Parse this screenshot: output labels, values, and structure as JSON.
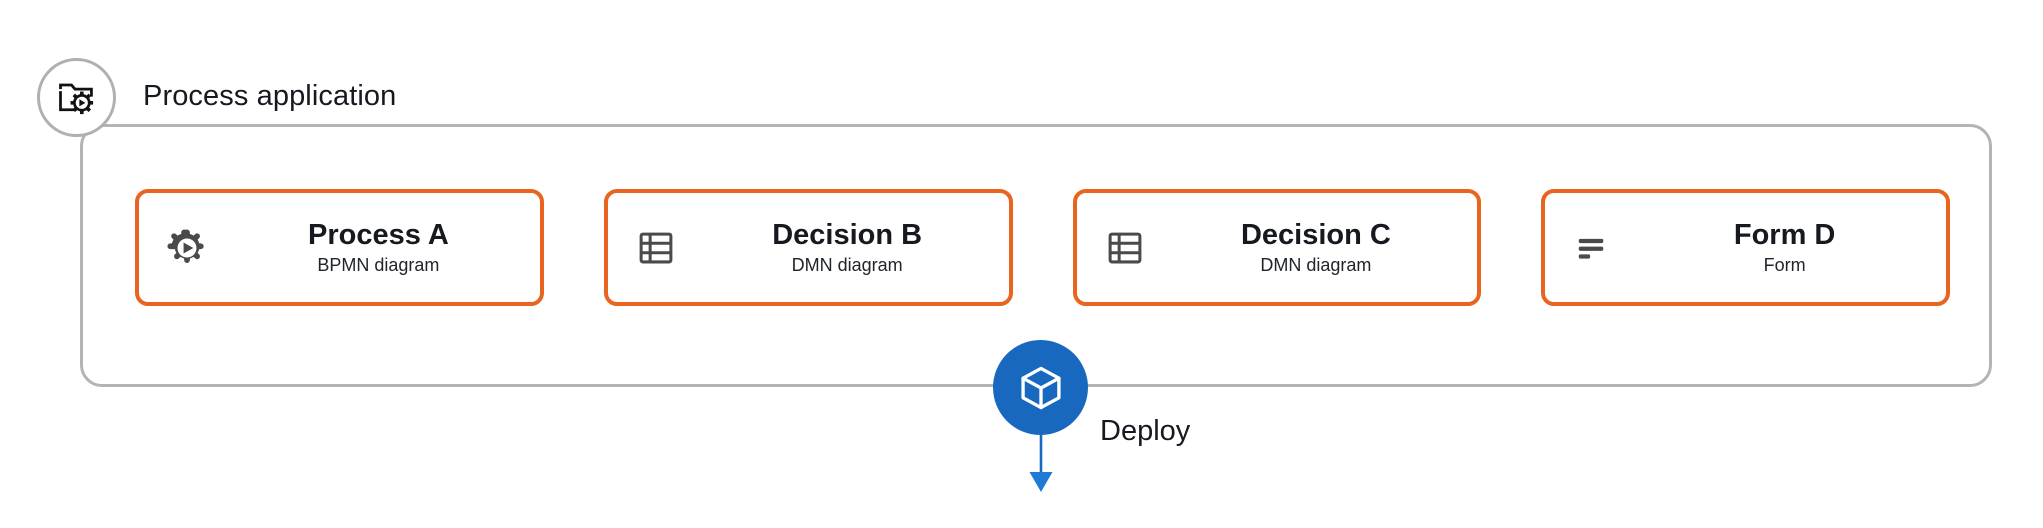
{
  "colors": {
    "card_border": "#e8641f",
    "container_border": "#b4b4b4",
    "badge_border": "#b0b0b0",
    "deploy_blue": "#1868c0",
    "icon_gray": "#4a4a4a",
    "text_dark": "#16191f",
    "background": "#ffffff"
  },
  "container": {
    "title": "Process application",
    "badge_icon": "folder-gear-icon"
  },
  "cards": [
    {
      "title": "Process A",
      "subtitle": "BPMN diagram",
      "icon": "gear-play-icon"
    },
    {
      "title": "Decision B",
      "subtitle": "DMN diagram",
      "icon": "decision-table-icon"
    },
    {
      "title": "Decision C",
      "subtitle": "DMN diagram",
      "icon": "decision-table-icon"
    },
    {
      "title": "Form D",
      "subtitle": "Form",
      "icon": "form-lines-icon"
    }
  ],
  "deploy": {
    "label": "Deploy",
    "icon": "cube-icon"
  }
}
